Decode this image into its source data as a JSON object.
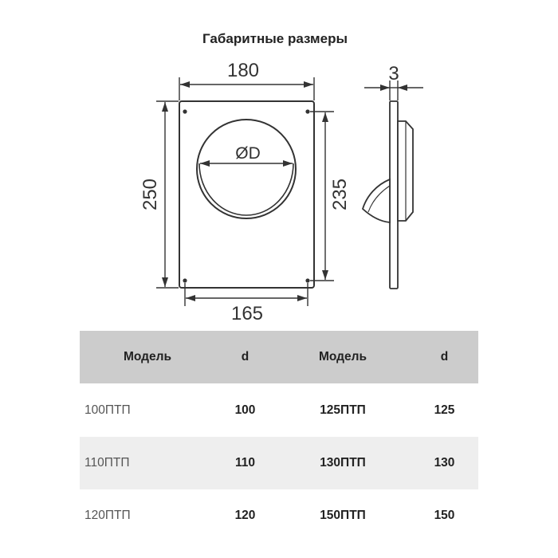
{
  "title": "Габаритные размеры",
  "drawing": {
    "dim_width": "180",
    "dim_height": "250",
    "dim_hole_vertical": "235",
    "dim_hole_horizontal": "165",
    "dim_diameter": "ØD",
    "dim_thickness": "3"
  },
  "table": {
    "headers": [
      "Модель",
      "d",
      "Модель",
      "d"
    ],
    "rows": [
      [
        "100ПТП",
        "100",
        "125ПТП",
        "125"
      ],
      [
        "110ПТП",
        "110",
        "130ПТП",
        "130"
      ],
      [
        "120ПТП",
        "120",
        "150ПТП",
        "150"
      ]
    ]
  },
  "colors": {
    "line": "#333333",
    "header_bg": "#cccccc",
    "stripe_bg": "#eeeeee",
    "text": "#222222",
    "muted_text": "#555555"
  }
}
